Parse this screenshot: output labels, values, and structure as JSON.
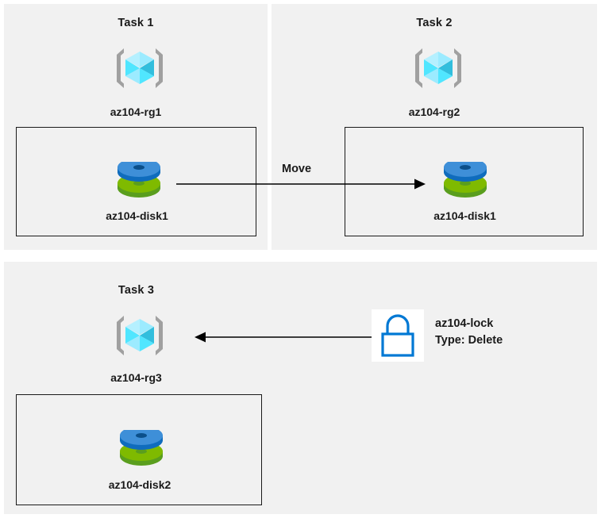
{
  "diagram": {
    "background": "#ffffff",
    "panel_background": "#f1f1f1",
    "border_color": "#1a1a1a",
    "accent_cyan": "#50e6ff",
    "accent_blue": "#0078d4",
    "accent_green": "#7fba00",
    "bracket_gray": "#a0a0a0"
  },
  "panels": [
    {
      "id": "task1",
      "title": "Task 1",
      "resource_group": {
        "label": "az104-rg1",
        "icon": "resource-group-icon"
      },
      "resource": {
        "label": "az104-disk1",
        "icon": "managed-disk-icon"
      }
    },
    {
      "id": "task2",
      "title": "Task 2",
      "resource_group": {
        "label": "az104-rg2",
        "icon": "resource-group-icon"
      },
      "resource": {
        "label": "az104-disk1",
        "icon": "managed-disk-icon"
      }
    },
    {
      "id": "task3",
      "title": "Task 3",
      "resource_group": {
        "label": "az104-rg3",
        "icon": "resource-group-icon"
      },
      "resource": {
        "label": "az104-disk2",
        "icon": "managed-disk-icon"
      }
    }
  ],
  "connectors": {
    "move": {
      "label": "Move",
      "direction": "right",
      "from": "az104-disk1 in az104-rg1",
      "to": "az104-disk1 in az104-rg2"
    },
    "lock_applied": {
      "label": "",
      "direction": "left",
      "from": "az104-lock",
      "to": "az104-rg3"
    }
  },
  "lock": {
    "icon": "lock-icon",
    "name": "az104-lock",
    "type_line": "Type: Delete"
  }
}
